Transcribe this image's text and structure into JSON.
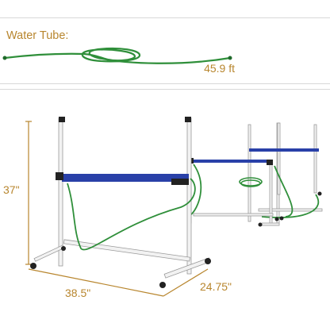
{
  "top_panel": {
    "title": "Water Tube:",
    "tube_length": "45.9 ft"
  },
  "dimensions": {
    "height": "37\"",
    "width": "38.5\"",
    "depth": "24.75\""
  },
  "colors": {
    "label": "#b8862e",
    "hose": "#2f8f3a",
    "bar": "#2940a8",
    "frame": "#f2f2f2",
    "frame_edge": "#9a9a9a",
    "dim_line": "#b8862e"
  }
}
